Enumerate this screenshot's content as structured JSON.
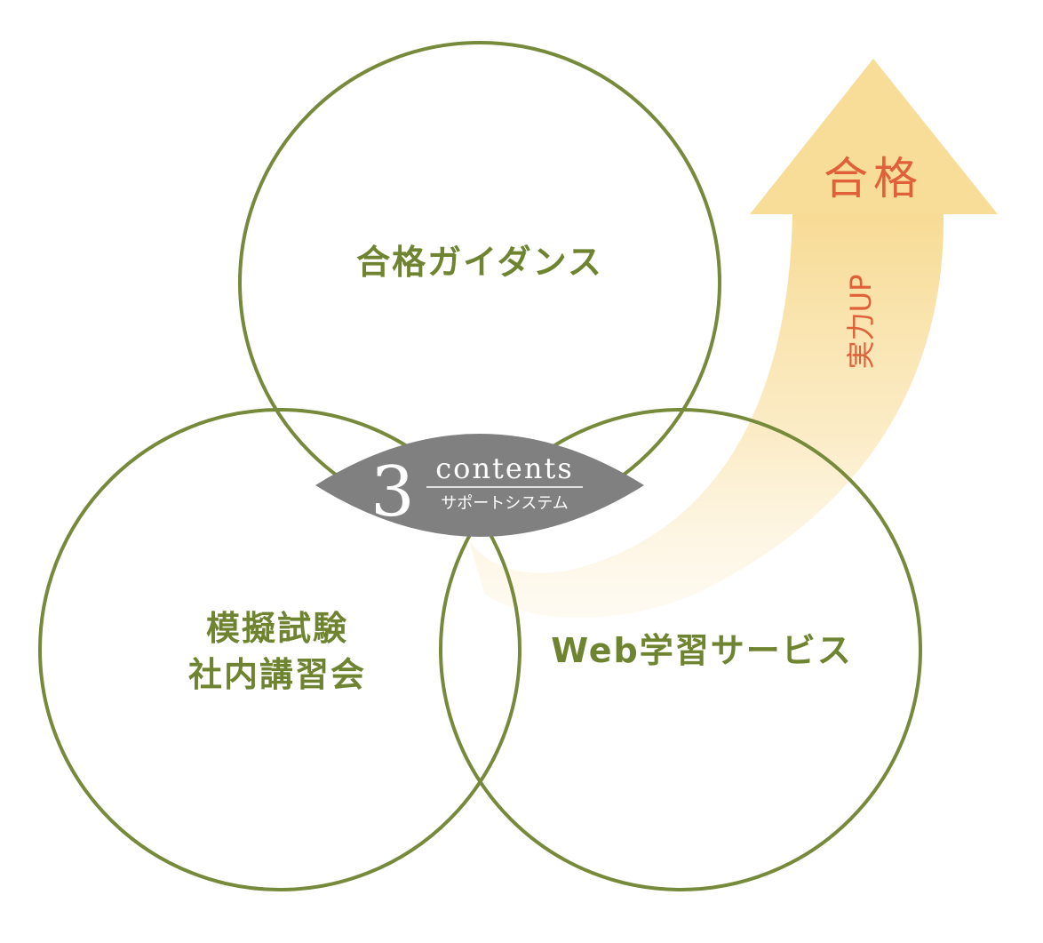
{
  "colors": {
    "circle_stroke": "#77893a",
    "label_green": "#6f8430",
    "arrow_top": "#f7d98f",
    "arrow_fade": "#fdf1d3",
    "arrow_text": "#e0603a",
    "badge_fill": "#808080",
    "badge_text": "#ffffff"
  },
  "circles": {
    "top": {
      "label": "合格ガイダンス"
    },
    "left": {
      "label_line1": "模擬試験",
      "label_line2": "社内講習会"
    },
    "right": {
      "label": "Web学習サービス"
    }
  },
  "arrow": {
    "head_label": "合格",
    "shaft_label": "実力UP"
  },
  "badge": {
    "number": "3",
    "word": "contents",
    "subtitle": "サポートシステム"
  }
}
